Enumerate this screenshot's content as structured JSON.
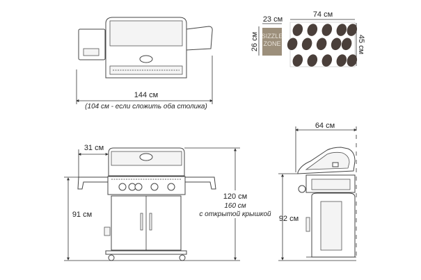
{
  "top_view": {
    "width_label": "144 см",
    "folded_note": "(104 см - если сложить оба столика)"
  },
  "grates": {
    "sizzle_width": "23 см",
    "sizzle_height": "26 см",
    "sizzle_label_line1": "SIZZLE",
    "sizzle_label_line2": "ZONE",
    "main_width": "74 см",
    "main_height": "45 см",
    "sizzle_color": "#9c8f7b",
    "blob_color": "#4a3f3a"
  },
  "front_view": {
    "shelf_depth": "31 см",
    "work_height": "91 см",
    "total_height": "120  см",
    "open_lid_height": "160 см",
    "open_lid_note": "с открытой крышкой"
  },
  "side_view": {
    "depth": "64 см",
    "height": "92 см"
  }
}
